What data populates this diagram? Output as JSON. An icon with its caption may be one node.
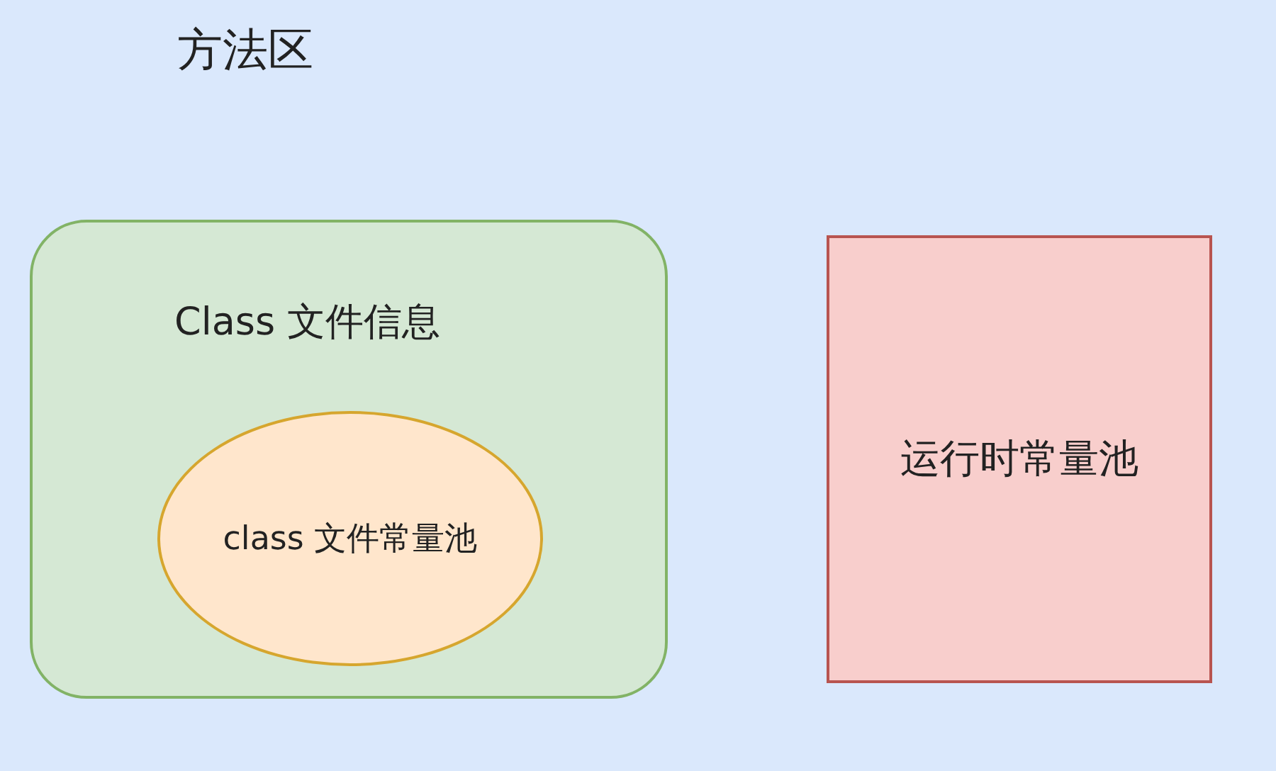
{
  "diagram": {
    "nodes": [
      {
        "text": [
          "方法区"
        ]
      },
      {
        "text": [
          "Class 文件信息"
        ],
        "in": 0
      },
      {
        "text": [
          "class 文件常量池"
        ],
        "in": 1
      },
      {
        "text": [
          "运行时常量池"
        ],
        "in": 0
      }
    ]
  }
}
